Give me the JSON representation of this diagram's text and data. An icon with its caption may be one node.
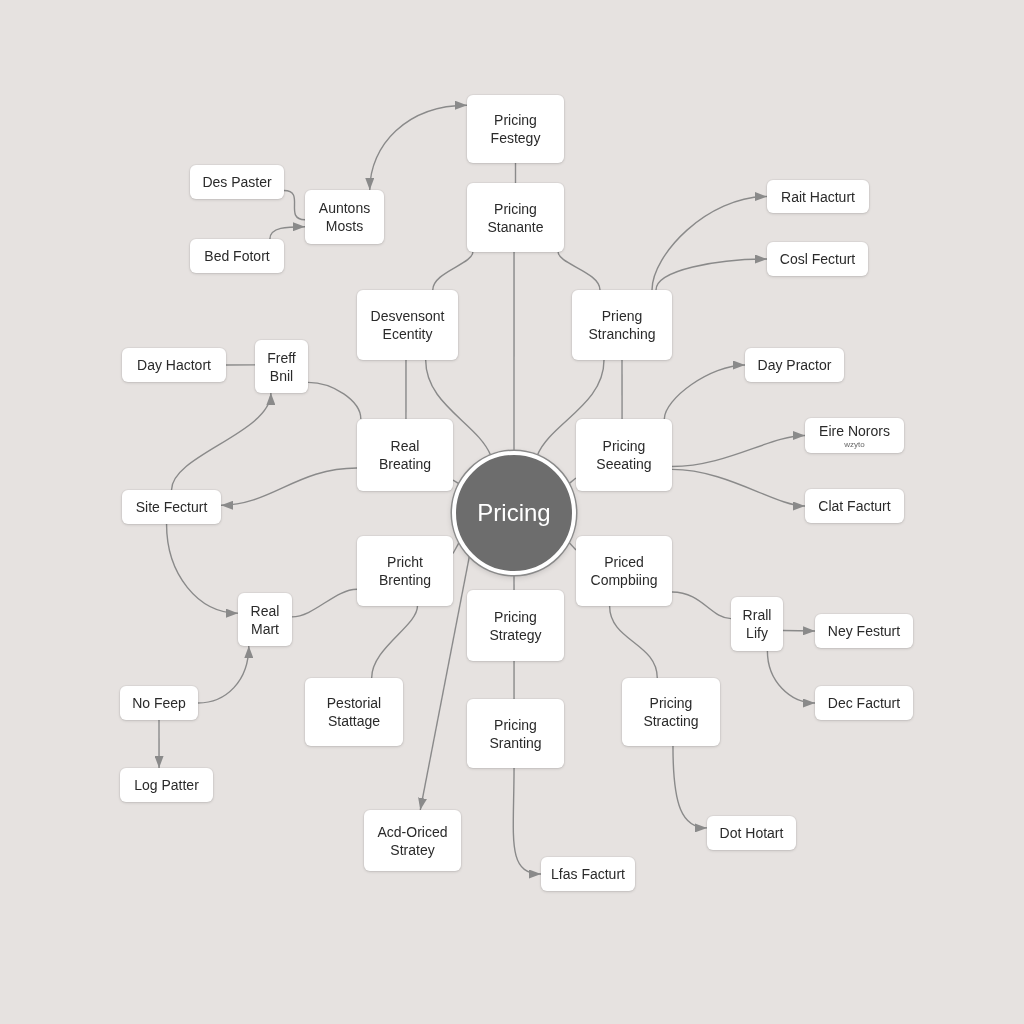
{
  "diagram": {
    "nodes": [
      {
        "text": [
          "Pricing Festegy"
        ]
      },
      {
        "text": [
          "Des Paster"
        ]
      },
      {
        "text": [
          "Auntons Mosts"
        ]
      },
      {
        "text": [
          "Pricing Stanante"
        ]
      },
      {
        "text": [
          "Rait Hacturt"
        ]
      },
      {
        "text": [
          "Bed Fotort"
        ]
      },
      {
        "text": [
          "Cosl Fecturt"
        ]
      },
      {
        "text": [
          "Desvensont Ecentity"
        ]
      },
      {
        "text": [
          "Prieng Stranching"
        ]
      },
      {
        "text": [
          "Day Hactort"
        ]
      },
      {
        "text": [
          "Freff Bnil"
        ]
      },
      {
        "text": [
          "Day Practor"
        ]
      },
      {
        "text": [
          "Real Breating"
        ]
      },
      {
        "text": [
          "Pricing Seeating"
        ]
      },
      {
        "text": [
          "Eire Norors",
          "wzyto"
        ]
      },
      {
        "text": [
          "Pricing"
        ]
      },
      {
        "text": [
          "Site Fecturt"
        ]
      },
      {
        "text": [
          "Clat Facturt"
        ]
      },
      {
        "text": [
          "Pricht Brenting"
        ]
      },
      {
        "text": [
          "Priced Compbiing"
        ]
      },
      {
        "text": [
          "Real Mart"
        ]
      },
      {
        "text": [
          "Pricing Strategy"
        ]
      },
      {
        "text": [
          "Rrall Lify"
        ]
      },
      {
        "text": [
          "Ney Festurt"
        ]
      },
      {
        "text": [
          "No Feep"
        ]
      },
      {
        "text": [
          "Pestorial Stattage"
        ]
      },
      {
        "text": [
          "Pricing Stracting"
        ]
      },
      {
        "text": [
          "Dec Facturt"
        ]
      },
      {
        "text": [
          "Pricing Sranting"
        ]
      },
      {
        "text": [
          "Log Patter"
        ]
      },
      {
        "text": [
          "Dot Hotart"
        ]
      },
      {
        "text": [
          "Acd-Oriced Stratey"
        ]
      },
      {
        "text": [
          "Lfas Facturt"
        ]
      }
    ],
    "edges": [
      {
        "from": 2,
        "to": 0,
        "arrow": "both"
      },
      {
        "from": 1,
        "to": 2,
        "arrow": "none"
      },
      {
        "from": 5,
        "to": 2,
        "arrow": "to"
      },
      {
        "from": 0,
        "to": 3,
        "arrow": "none"
      },
      {
        "from": 3,
        "to": 15,
        "arrow": "none"
      },
      {
        "from": 3,
        "to": 7,
        "arrow": "none"
      },
      {
        "from": 3,
        "to": 8,
        "arrow": "none"
      },
      {
        "from": 8,
        "to": 4,
        "arrow": "to"
      },
      {
        "from": 8,
        "to": 6,
        "arrow": "to"
      },
      {
        "from": 7,
        "to": 12,
        "arrow": "none"
      },
      {
        "from": 7,
        "to": 15,
        "arrow": "none"
      },
      {
        "from": 8,
        "to": 13,
        "arrow": "none"
      },
      {
        "from": 8,
        "to": 15,
        "arrow": "none"
      },
      {
        "from": 13,
        "to": 11,
        "arrow": "to"
      },
      {
        "from": 13,
        "to": 14,
        "arrow": "to"
      },
      {
        "from": 13,
        "to": 17,
        "arrow": "to"
      },
      {
        "from": 9,
        "to": 10,
        "arrow": "none"
      },
      {
        "from": 10,
        "to": 12,
        "arrow": "none"
      },
      {
        "from": 16,
        "to": 10,
        "arrow": "to"
      },
      {
        "from": 12,
        "to": 16,
        "arrow": "to"
      },
      {
        "from": 12,
        "to": 15,
        "arrow": "none"
      },
      {
        "from": 16,
        "to": 20,
        "arrow": "to"
      },
      {
        "from": 15,
        "to": 18,
        "arrow": "none"
      },
      {
        "from": 15,
        "to": 13,
        "arrow": "none"
      },
      {
        "from": 15,
        "to": 19,
        "arrow": "none"
      },
      {
        "from": 18,
        "to": 20,
        "arrow": "none"
      },
      {
        "from": 24,
        "to": 20,
        "arrow": "to"
      },
      {
        "from": 24,
        "to": 29,
        "arrow": "to"
      },
      {
        "from": 18,
        "to": 25,
        "arrow": "none"
      },
      {
        "from": 15,
        "to": 31,
        "arrow": "to"
      },
      {
        "from": 15,
        "to": 21,
        "arrow": "none"
      },
      {
        "from": 21,
        "to": 28,
        "arrow": "none"
      },
      {
        "from": 28,
        "to": 32,
        "arrow": "to"
      },
      {
        "from": 19,
        "to": 22,
        "arrow": "none"
      },
      {
        "from": 19,
        "to": 26,
        "arrow": "none"
      },
      {
        "from": 22,
        "to": 23,
        "arrow": "to"
      },
      {
        "from": 22,
        "to": 27,
        "arrow": "to"
      },
      {
        "from": 26,
        "to": 30,
        "arrow": "to"
      }
    ]
  }
}
